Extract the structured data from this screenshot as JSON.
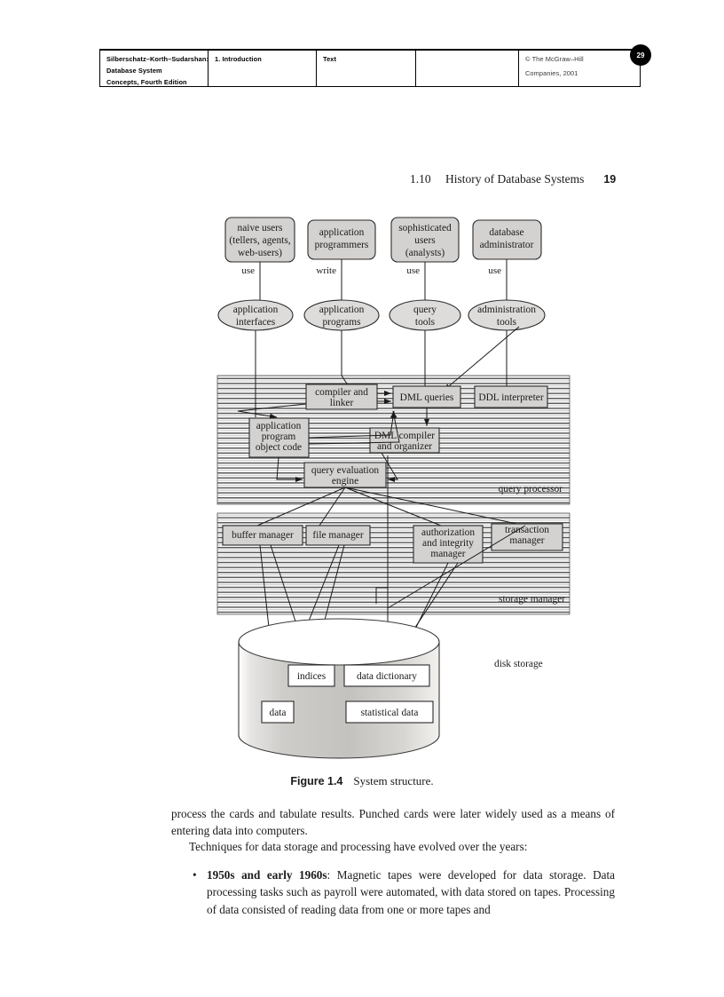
{
  "header": {
    "book_authors": "Silberschatz–Korth–Sudarshan:",
    "book_title_line1": "Database System",
    "book_title_line2": "Concepts, Fourth Edition",
    "chapter": "1. Introduction",
    "part": "Text",
    "publisher_line1": "© The McGraw–Hill",
    "publisher_line2": "Companies, 2001",
    "badge_number": "29"
  },
  "section": {
    "number": "1.10",
    "title": "History of Database Systems",
    "page": "19"
  },
  "figure": {
    "caption_label": "Figure 1.4",
    "caption_text": "System structure.",
    "users": [
      {
        "lines": [
          "naive users",
          "(tellers, agents,",
          "web-users)"
        ],
        "verb": "use"
      },
      {
        "lines": [
          "application",
          "programmers"
        ],
        "verb": "write"
      },
      {
        "lines": [
          "sophisticated",
          "users",
          "(analysts)"
        ],
        "verb": "use"
      },
      {
        "lines": [
          "database",
          "administrator"
        ],
        "verb": "use"
      }
    ],
    "interfaces": [
      {
        "lines": [
          "application",
          "interfaces"
        ]
      },
      {
        "lines": [
          "application",
          "programs"
        ]
      },
      {
        "lines": [
          "query",
          "tools"
        ]
      },
      {
        "lines": [
          "administration",
          "tools"
        ]
      }
    ],
    "query_processor": {
      "band_label": "query  processor",
      "boxes": [
        {
          "id": "compiler-and-linker",
          "lines": [
            "compiler and",
            "linker"
          ]
        },
        {
          "id": "dml-queries",
          "lines": [
            "DML queries"
          ]
        },
        {
          "id": "ddl-interpreter",
          "lines": [
            "DDL interpreter"
          ]
        },
        {
          "id": "application-program-object-code",
          "lines": [
            "application",
            "program",
            "object code"
          ]
        },
        {
          "id": "dml-compiler-and-organizer",
          "lines": [
            "DML compiler",
            "and organizer"
          ]
        },
        {
          "id": "query-evaluation-engine",
          "lines": [
            "query evaluation",
            "engine"
          ]
        }
      ]
    },
    "storage_manager": {
      "band_label": "storage manager",
      "boxes": [
        {
          "id": "buffer-manager",
          "lines": [
            "buffer manager"
          ]
        },
        {
          "id": "file-manager",
          "lines": [
            "file manager"
          ]
        },
        {
          "id": "authorization-and-integrity-manager",
          "lines": [
            "authorization",
            "and integrity",
            "manager"
          ]
        },
        {
          "id": "transaction-manager",
          "lines": [
            "transaction",
            "manager"
          ]
        }
      ]
    },
    "disk": {
      "label": "disk storage",
      "boxes": [
        {
          "id": "indices",
          "lines": [
            "indices"
          ]
        },
        {
          "id": "data-dictionary",
          "lines": [
            "data dictionary"
          ]
        },
        {
          "id": "data",
          "lines": [
            "data"
          ]
        },
        {
          "id": "statistical-data",
          "lines": [
            "statistical data"
          ]
        }
      ]
    }
  },
  "body": {
    "para1": "process the cards and tabulate results. Punched cards were later widely used as a means of entering data into computers.",
    "para2": "Techniques for data storage and processing have evolved over the years:",
    "bullets": [
      {
        "term": "1950s and early 1960s",
        "text": ": Magnetic tapes were developed for data storage. Data processing tasks such as payroll were automated, with data stored on tapes. Processing of data consisted of reading data from one or more tapes and"
      }
    ]
  },
  "colors": {
    "box_fill": "#d4d2d0",
    "ellipse_fill": "#dedcda",
    "band_line": "#555555",
    "ink": "#1a1a1a"
  }
}
